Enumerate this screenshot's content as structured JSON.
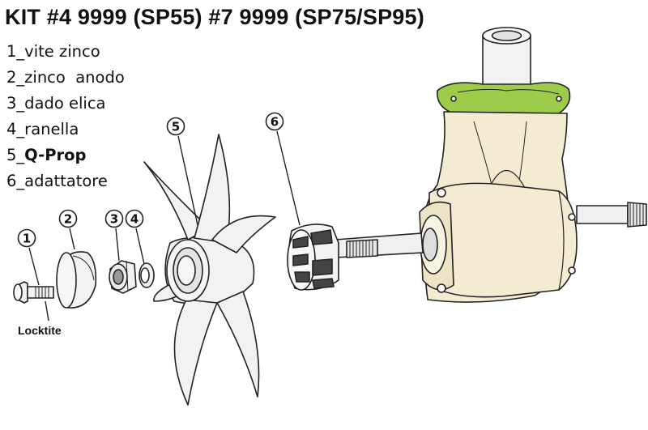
{
  "title": "KIT #4 9999 (SP55) #7 9999 (SP75/SP95)",
  "legend": [
    {
      "num": "1",
      "sep": "_",
      "text": "vite zinco",
      "bold": false
    },
    {
      "num": "2",
      "sep": "_",
      "text": "zinco  anodo",
      "bold": false
    },
    {
      "num": "3",
      "sep": "_",
      "text": "dado elica",
      "bold": false
    },
    {
      "num": "4",
      "sep": "_",
      "text": "ranella",
      "bold": false
    },
    {
      "num": "5",
      "sep": "_",
      "text": "Q-Prop",
      "bold": true
    },
    {
      "num": "6",
      "sep": "_",
      "text": "adattatore",
      "bold": false
    }
  ],
  "callouts": [
    "1",
    "2",
    "3",
    "4",
    "5",
    "6"
  ],
  "note": "Locktite",
  "colors": {
    "gearbox_fill": "#f3ecd2",
    "gasket_green": "#9ccc4a",
    "part_fill": "#f2f2f2",
    "outline": "#222222"
  }
}
